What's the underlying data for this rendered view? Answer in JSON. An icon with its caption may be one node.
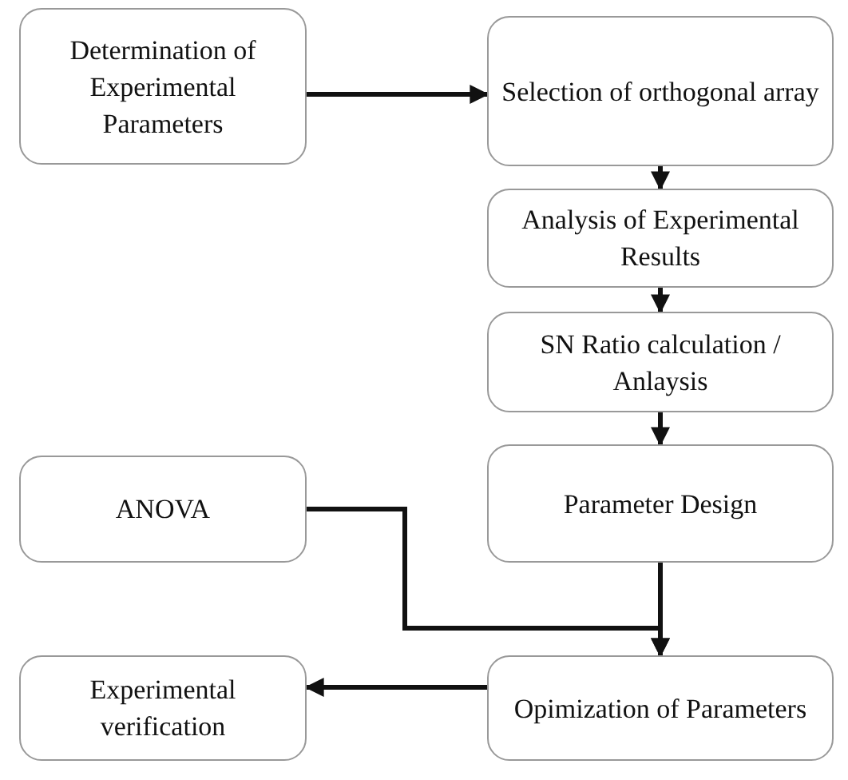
{
  "diagram": {
    "nodes": [
      {
        "text": [
          "Determination of Experimental Parameters"
        ]
      },
      {
        "text": [
          "Selection of orthogonal array"
        ]
      },
      {
        "text": [
          "Analysis of Experimental Results"
        ]
      },
      {
        "text": [
          "SN Ratio calculation / Anlaysis"
        ]
      },
      {
        "text": [
          "Parameter Design"
        ]
      },
      {
        "text": [
          "ANOVA"
        ]
      },
      {
        "text": [
          "Opimization of Parameters"
        ]
      },
      {
        "text": [
          "Experimental verification"
        ]
      }
    ],
    "edges": [
      {
        "from": 0,
        "to": 1,
        "arrow": "to"
      },
      {
        "from": 1,
        "to": 2,
        "arrow": "to"
      },
      {
        "from": 2,
        "to": 3,
        "arrow": "to"
      },
      {
        "from": 3,
        "to": 4,
        "arrow": "to"
      },
      {
        "from": 4,
        "to": 6,
        "arrow": "to"
      },
      {
        "from": 5,
        "to": 6,
        "arrow": "to"
      },
      {
        "from": 6,
        "to": 7,
        "arrow": "to"
      }
    ]
  }
}
